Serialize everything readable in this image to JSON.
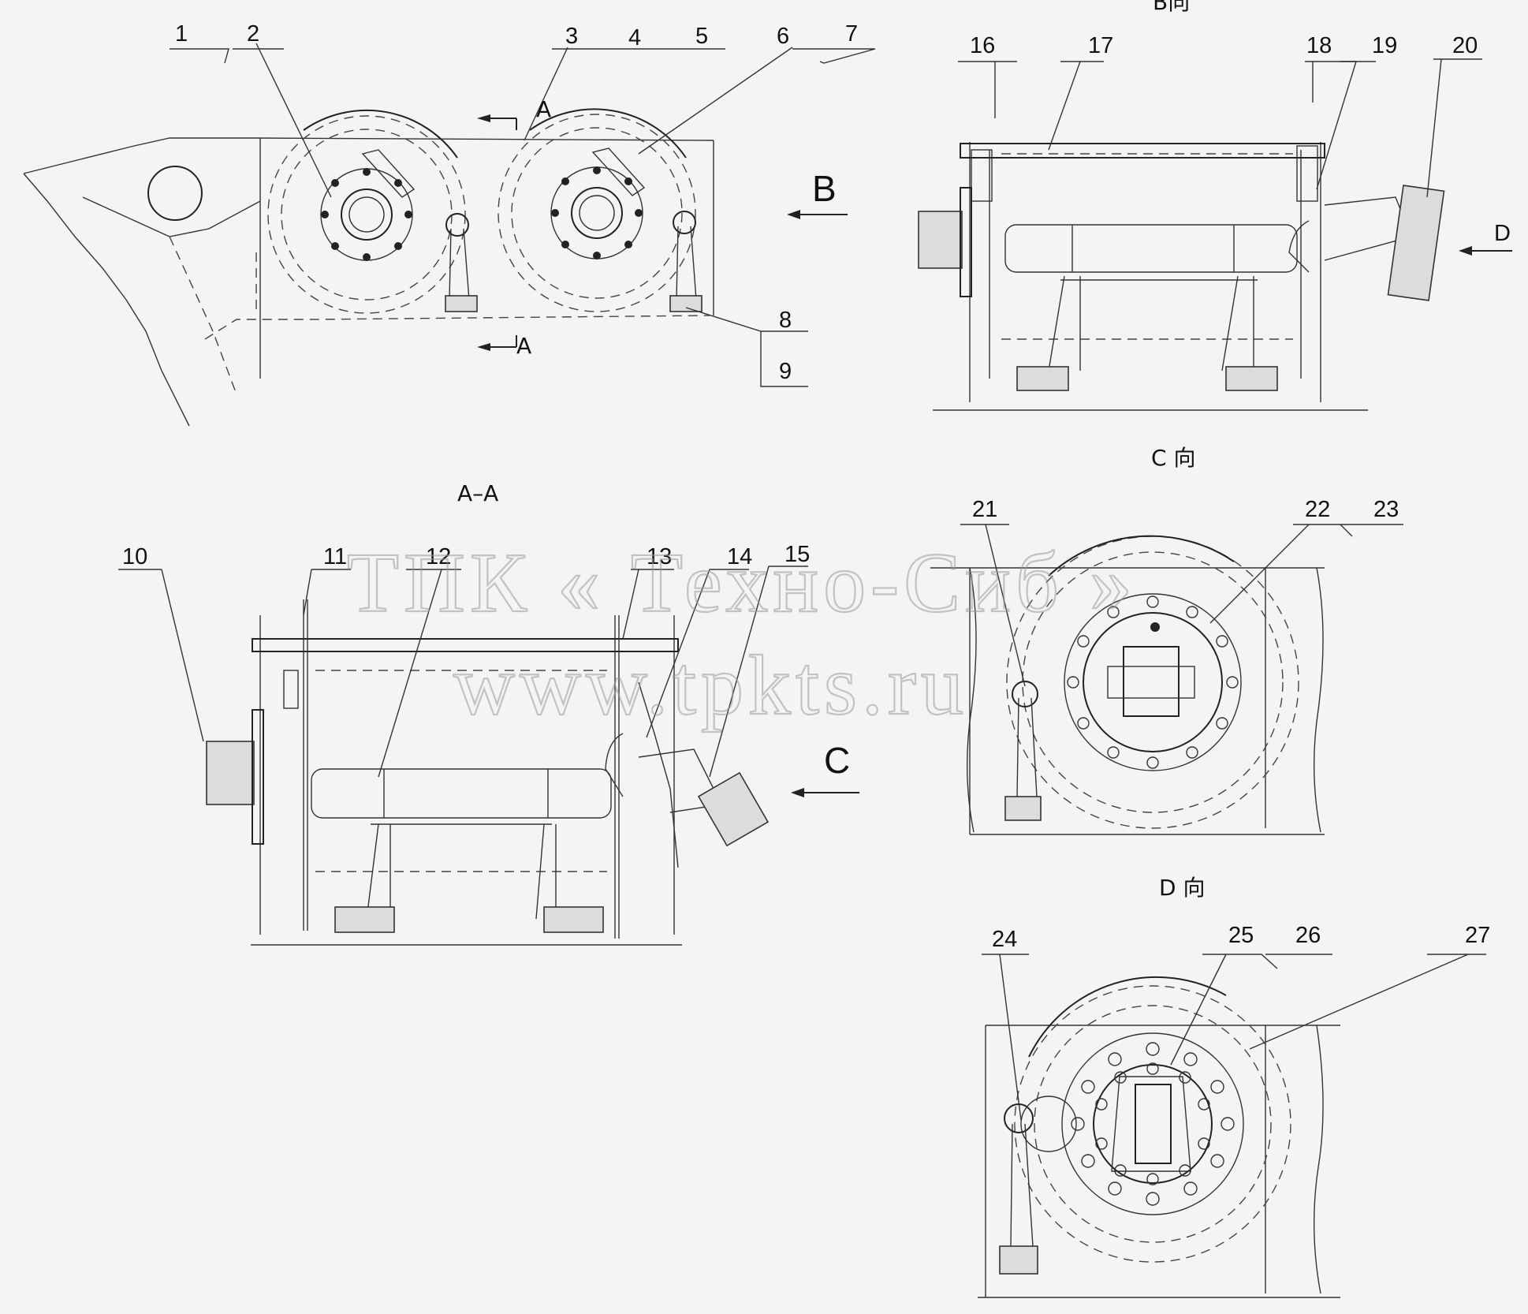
{
  "views": {
    "top_view": {
      "arrow_b": "B",
      "section_top": "A",
      "section_bottom": "A"
    },
    "view_b": {
      "title": "B向",
      "arrow_d": "D"
    },
    "section_aa": {
      "title": "A–A",
      "arrow_c": "C"
    },
    "view_c": {
      "title": "C 向"
    },
    "view_d": {
      "title": "D 向"
    }
  },
  "callouts": [
    "1",
    "2",
    "3",
    "4",
    "5",
    "6",
    "7",
    "8",
    "9",
    "10",
    "11",
    "12",
    "13",
    "14",
    "15",
    "16",
    "17",
    "18",
    "19",
    "20",
    "21",
    "22",
    "23",
    "24",
    "25",
    "26",
    "27"
  ],
  "watermark": {
    "line1": "ТПК « Техно-Сиб »",
    "line2": "www.tpkts.ru"
  }
}
